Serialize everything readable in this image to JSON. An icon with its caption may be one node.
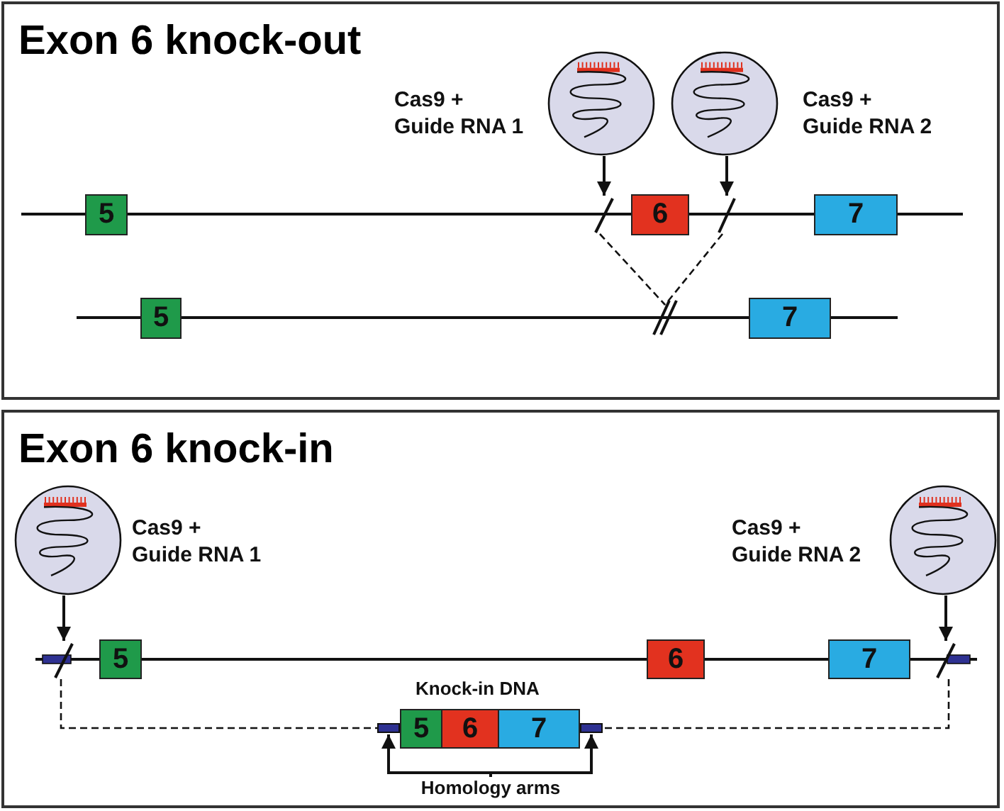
{
  "diagram": {
    "nodes": [
      {
        "text": [
          "Exon 6 knock-out"
        ]
      },
      {
        "text": [],
        "shape": "circle",
        "in": 0,
        "beside": [
          "Cas9 + Guide RNA 1"
        ]
      },
      {
        "text": [],
        "shape": "circle",
        "in": 0,
        "beside": [
          "Cas9 + Guide RNA 2"
        ]
      },
      {
        "text": [
          "5"
        ],
        "in": 0
      },
      {
        "text": [],
        "shape": "bar",
        "in": 0
      },
      {
        "text": [
          "6"
        ],
        "in": 0
      },
      {
        "text": [],
        "shape": "bar",
        "in": 0
      },
      {
        "text": [
          "7"
        ],
        "in": 0
      },
      {
        "text": [
          "5"
        ],
        "in": 0
      },
      {
        "text": [],
        "shape": "bar",
        "in": 0
      },
      {
        "text": [
          "7"
        ],
        "in": 0
      },
      {
        "text": [
          "Exon 6 knock-in"
        ]
      },
      {
        "text": [],
        "shape": "circle",
        "in": 11,
        "beside": [
          "Cas9 + Guide RNA 1"
        ]
      },
      {
        "text": [],
        "shape": "circle",
        "in": 11,
        "beside": [
          "Cas9 + Guide RNA 2"
        ]
      },
      {
        "text": [],
        "shape": "bar",
        "in": 11
      },
      {
        "text": [
          "5"
        ],
        "in": 11
      },
      {
        "text": [
          "6"
        ],
        "in": 11
      },
      {
        "text": [
          "7"
        ],
        "in": 11
      },
      {
        "text": [],
        "shape": "bar",
        "in": 11
      },
      {
        "text": [
          "Knock-in DNA"
        ],
        "in": 11
      },
      {
        "text": [
          "5"
        ],
        "in": 19
      },
      {
        "text": [
          "6"
        ],
        "in": 19
      },
      {
        "text": [
          "7"
        ],
        "in": 19
      },
      {
        "text": [],
        "shape": "bar",
        "in": 11
      },
      {
        "text": [],
        "shape": "bar",
        "in": 11
      },
      {
        "text": [
          "Homology arms"
        ],
        "in": 11
      }
    ],
    "edges": [
      {
        "from": 1,
        "to": 4,
        "arrow": "to"
      },
      {
        "from": 2,
        "to": 6,
        "arrow": "to"
      },
      {
        "from": 4,
        "to": 9,
        "arrow": "none",
        "style": "dashed"
      },
      {
        "from": 6,
        "to": 9,
        "arrow": "none",
        "style": "dashed"
      },
      {
        "from": 12,
        "to": 14,
        "arrow": "to"
      },
      {
        "from": 13,
        "to": 18,
        "arrow": "to"
      },
      {
        "from": 14,
        "to": 23,
        "arrow": "none",
        "style": "dashed"
      },
      {
        "from": 18,
        "to": 24,
        "arrow": "none",
        "style": "dashed"
      },
      {
        "from": 25,
        "to": 23,
        "arrow": "to"
      },
      {
        "from": 25,
        "to": 24,
        "arrow": "to"
      }
    ]
  }
}
